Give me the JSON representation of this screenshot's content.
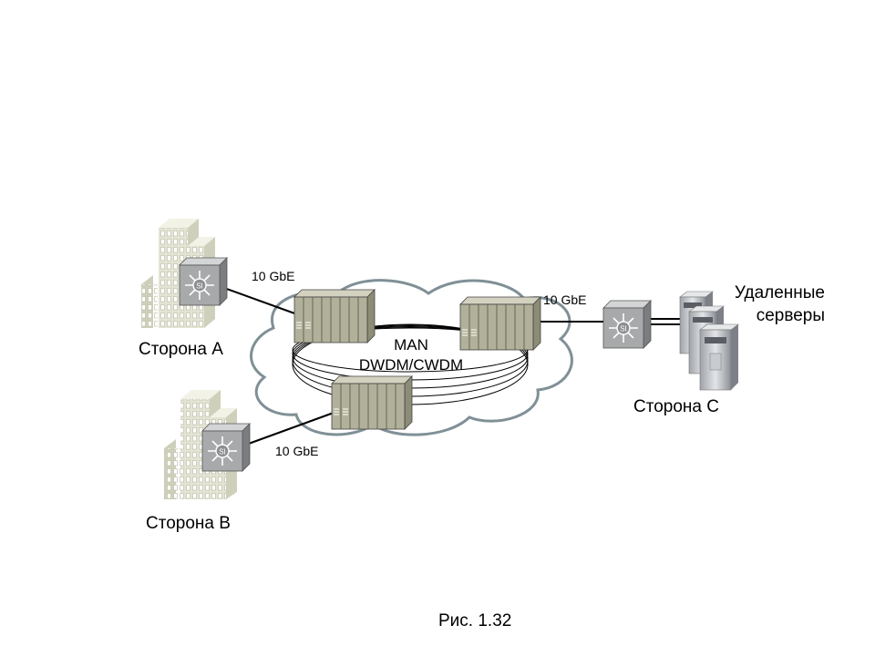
{
  "sites": {
    "a": "Сторона А",
    "b": "Сторона В",
    "c": "Сторона С"
  },
  "links": {
    "a": "10 GbE",
    "b": "10 GbE",
    "c": "10 GbE"
  },
  "cloud": {
    "line1": "MAN",
    "line2": "DWDM/CWDM"
  },
  "servers": {
    "line1": "Удаленные",
    "line2": "серверы"
  },
  "caption": "Рис. 1.32",
  "colors": {
    "building": "#e3e4d3",
    "building_shade": "#cfd0bb",
    "switch": "#a8a9ab",
    "mux": "#b1b09a",
    "cloud_stroke": "#7f9096"
  }
}
